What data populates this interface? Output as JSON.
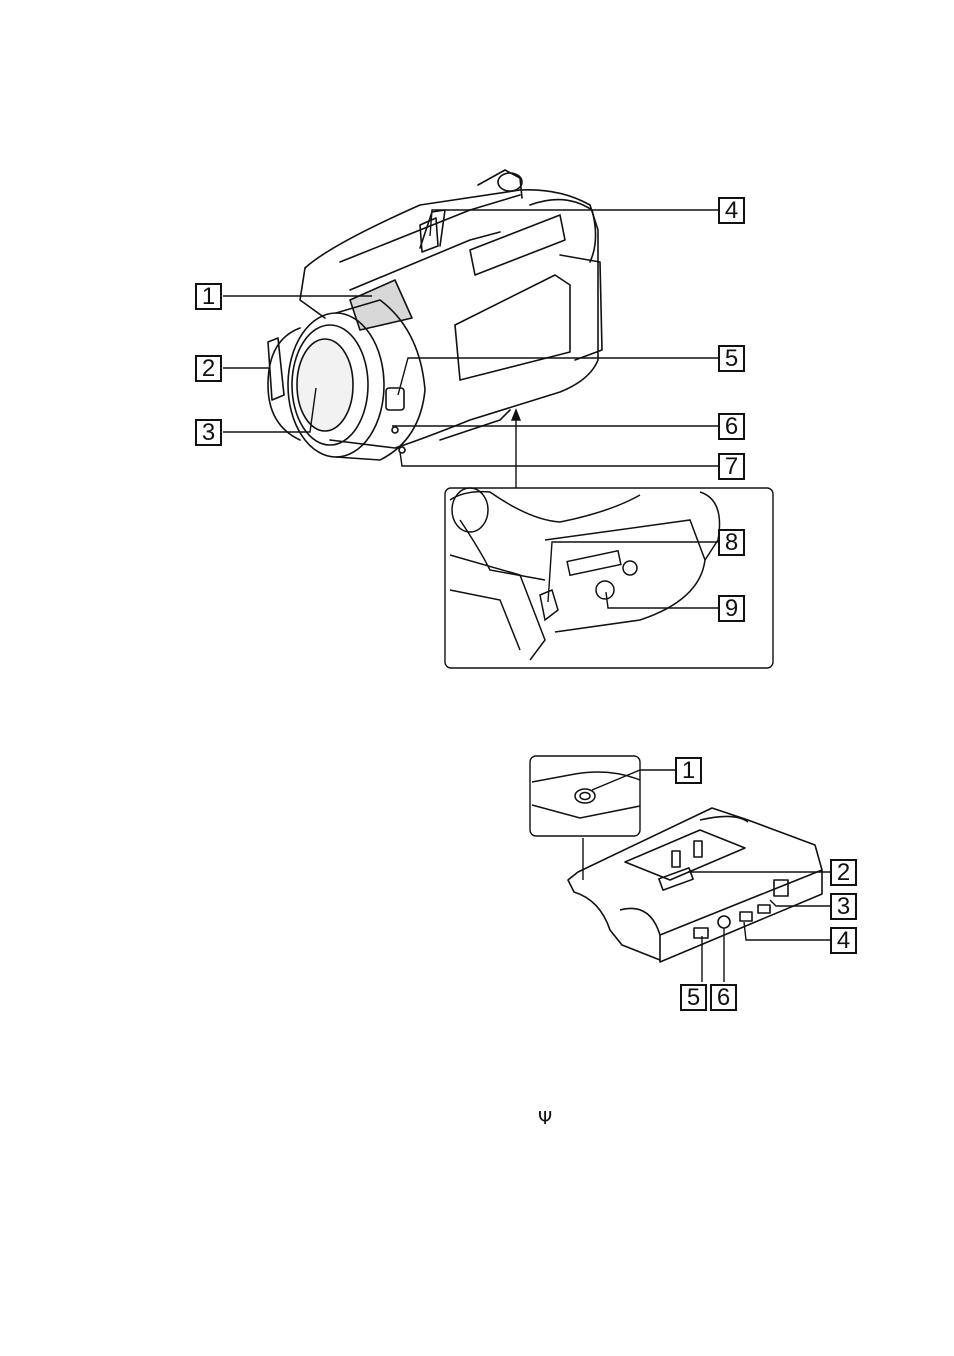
{
  "camcorder_callouts": [
    "1",
    "2",
    "3",
    "4",
    "5",
    "6",
    "7",
    "8",
    "9"
  ],
  "dock_callouts": [
    "1",
    "2",
    "3",
    "4",
    "5",
    "6"
  ],
  "usb_symbol": "Ψ"
}
